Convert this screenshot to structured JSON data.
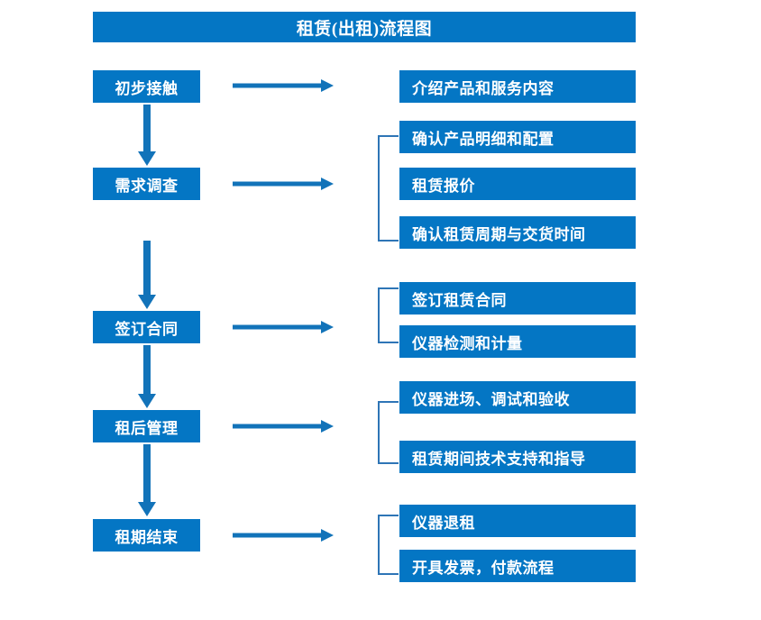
{
  "diagram": {
    "title": "租赁(出租)流程图",
    "colors": {
      "accent": "#0476C4",
      "arrow": "#1273B9",
      "bracket": "#2E75B6",
      "background": "#FFFFFF",
      "text": "#FFFFFF"
    },
    "stages": [
      {
        "id": "stage-initial-contact",
        "label": "初步接触",
        "details": [
          {
            "id": "detail-introduce-products-services",
            "label": "介绍产品和服务内容"
          }
        ]
      },
      {
        "id": "stage-requirement-survey",
        "label": "需求调查",
        "details": [
          {
            "id": "detail-confirm-product-spec-config",
            "label": "确认产品明细和配置"
          },
          {
            "id": "detail-lease-quotation",
            "label": "租赁报价"
          },
          {
            "id": "detail-confirm-lease-period-delivery",
            "label": "确认租赁周期与交货时间"
          }
        ]
      },
      {
        "id": "stage-sign-contract",
        "label": "签订合同",
        "details": [
          {
            "id": "detail-sign-lease-contract",
            "label": "签订租赁合同"
          },
          {
            "id": "detail-instrument-test-metrology",
            "label": "仪器检测和计量"
          }
        ]
      },
      {
        "id": "stage-post-lease-management",
        "label": "租后管理",
        "details": [
          {
            "id": "detail-instrument-entry-debug-acceptance",
            "label": "仪器进场、调试和验收"
          },
          {
            "id": "detail-lease-period-tech-support",
            "label": "租赁期间技术支持和指导"
          }
        ]
      },
      {
        "id": "stage-lease-end",
        "label": "租期结束",
        "details": [
          {
            "id": "detail-instrument-return",
            "label": "仪器退租"
          },
          {
            "id": "detail-invoice-payment-process",
            "label": "开具发票，付款流程"
          }
        ]
      }
    ]
  }
}
